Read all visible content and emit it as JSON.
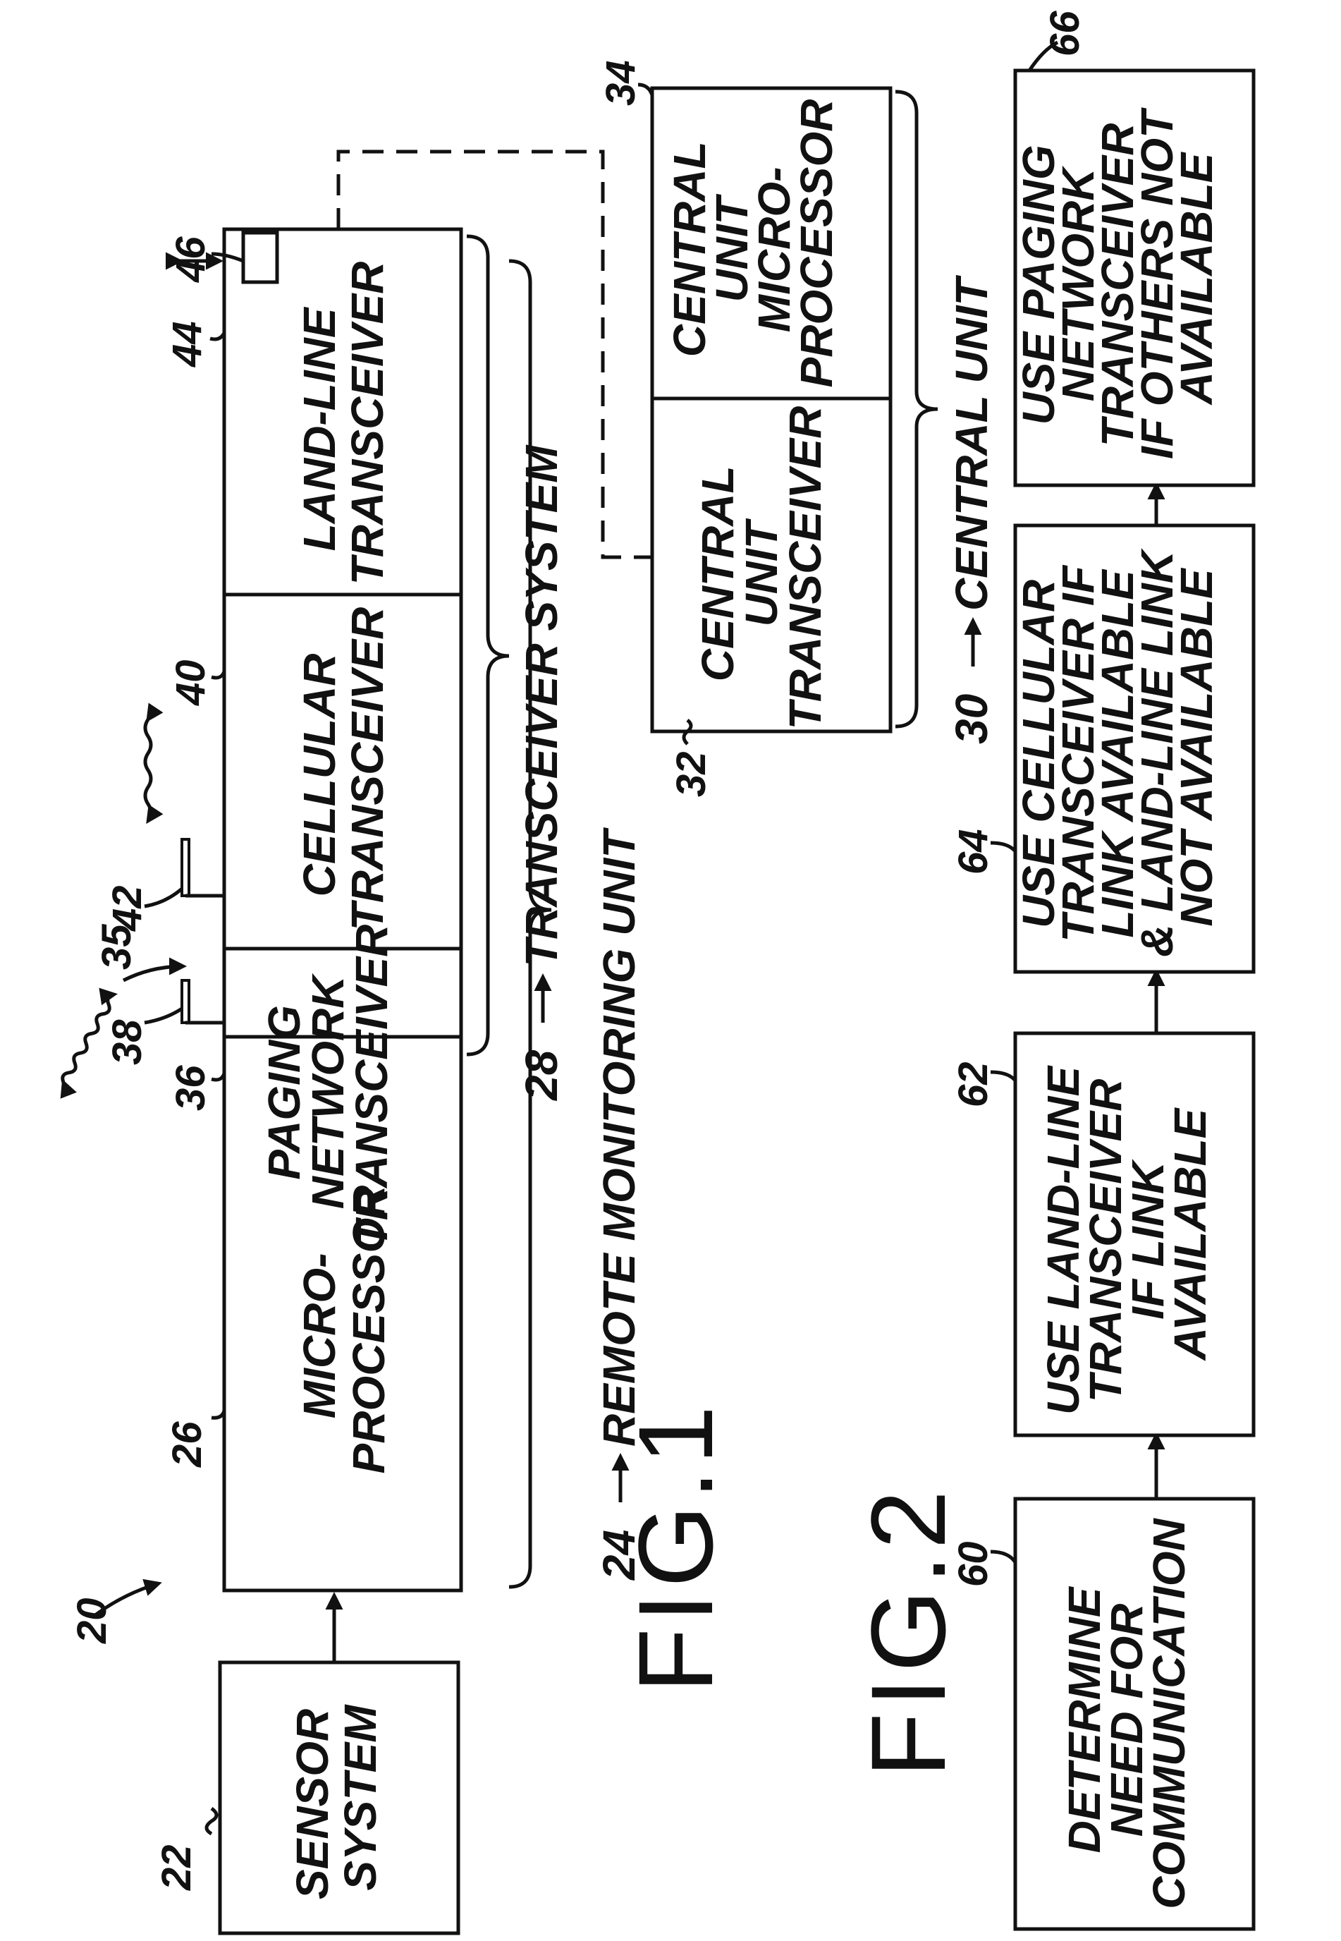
{
  "figure": "20",
  "fig1": {
    "title": "FIG.1",
    "sensor": {
      "ref": "22",
      "label": [
        "SENSOR",
        "SYSTEM"
      ]
    },
    "micro": {
      "ref": "26",
      "label": [
        "MICRO-",
        "PROCESSOR"
      ]
    },
    "paging": {
      "ref": "36",
      "label": [
        "PAGING",
        "NETWORK",
        "TRANSCEIVER"
      ]
    },
    "cellular": {
      "ref": "40",
      "label": [
        "CELLULAR",
        "TRANSCEIVER"
      ]
    },
    "landline": {
      "ref": "44",
      "label": [
        "LAND-LINE",
        "TRANSCEIVER"
      ]
    },
    "port_ref": "46",
    "antenna_paging_ref": "38",
    "signal_ref": "35",
    "antenna_cellular_ref": "42",
    "transceiver_system": {
      "ref": "28",
      "label": "TRANSCEIVER SYSTEM"
    },
    "remote_unit": {
      "ref": "24",
      "label": "REMOTE MONITORING UNIT"
    },
    "central_xcvr": {
      "ref": "32",
      "label": [
        "CENTRAL",
        "UNIT",
        "TRANSCEIVER"
      ]
    },
    "central_micro": {
      "ref": "34",
      "label": [
        "CENTRAL",
        "UNIT",
        "MICRO-",
        "PROCESSOR"
      ]
    },
    "central_unit": {
      "ref": "30",
      "label": "CENTRAL UNIT"
    }
  },
  "fig2": {
    "title": "FIG.2",
    "steps": [
      {
        "ref": "60",
        "label": [
          "DETERMINE",
          "NEED FOR",
          "COMMUNICATION"
        ]
      },
      {
        "ref": "62",
        "label": [
          "USE LAND-LINE",
          "TRANSCEIVER",
          "IF LINK",
          "AVAILABLE"
        ]
      },
      {
        "ref": "64",
        "label": [
          "USE CELLULAR",
          "TRANSCEIVER IF",
          "LINK AVAILABLE",
          "& LAND-LINE LINK",
          "NOT AVAILABLE"
        ]
      },
      {
        "ref": "66",
        "label": [
          "USE PAGING",
          "NETWORK",
          "TRANSCEIVER",
          "IF OTHERS NOT",
          "AVAILABLE"
        ]
      }
    ]
  }
}
